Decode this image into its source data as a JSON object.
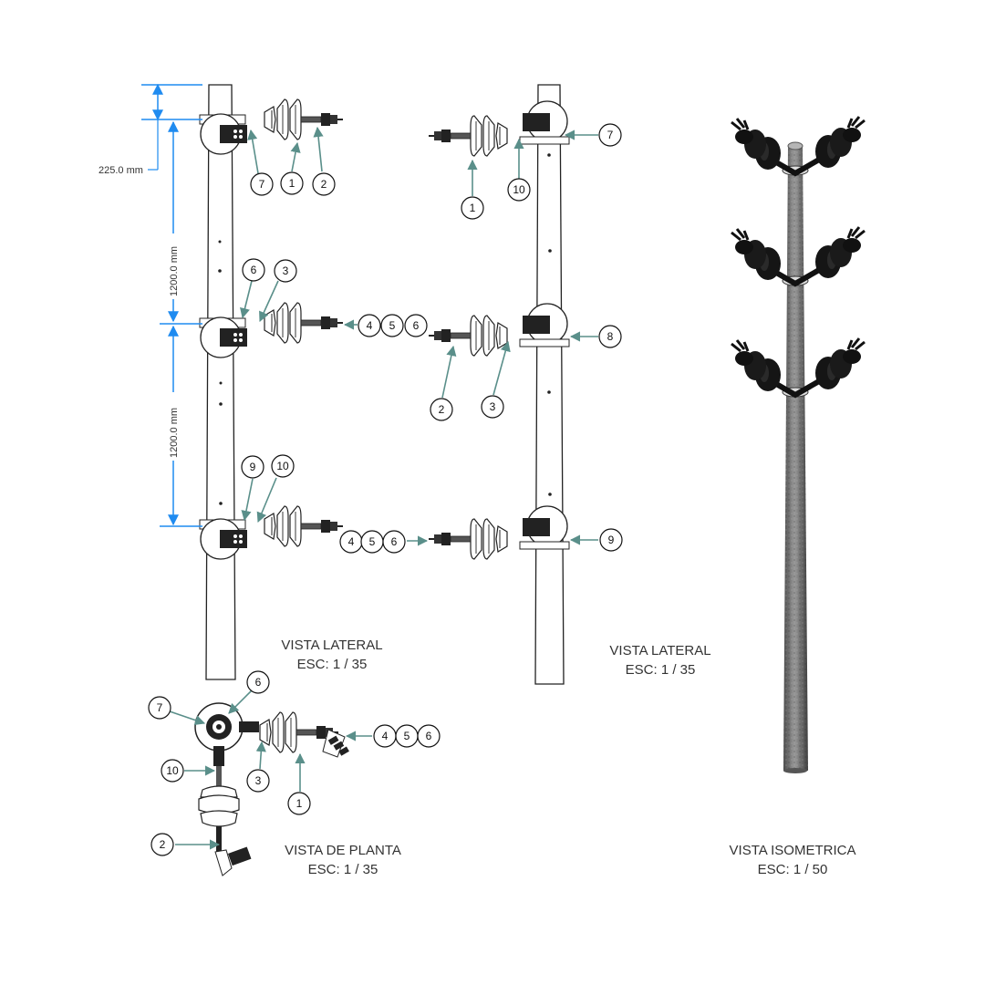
{
  "dimensions": {
    "top_offset": "225.0 mm",
    "spacing_1": "1200.0 mm",
    "spacing_2": "1200.0 mm"
  },
  "views": [
    {
      "name": "VISTA LATERAL",
      "scale": "ESC: 1 / 35"
    },
    {
      "name": "VISTA LATERAL",
      "scale": "ESC: 1 / 35"
    },
    {
      "name": "VISTA DE PLANTA",
      "scale": "ESC: 1 / 35"
    },
    {
      "name": "VISTA ISOMETRICA",
      "scale": "ESC: 1 / 50"
    }
  ],
  "balloons": {
    "l_a": [
      "7",
      "1",
      "2"
    ],
    "l_b": [
      "6",
      "3",
      "4",
      "5",
      "6"
    ],
    "l_c": [
      "9",
      "10",
      "4",
      "5",
      "6"
    ],
    "r_a": [
      "1",
      "10",
      "7"
    ],
    "r_b": [
      "2",
      "3",
      "8"
    ],
    "r_c": [
      "9"
    ],
    "p": [
      "6",
      "7",
      "10",
      "3",
      "1",
      "2",
      "4",
      "5",
      "6"
    ]
  },
  "colors": {
    "dimension": "#1f8bf0",
    "leader": "#5a8f8a",
    "line": "#222222",
    "pole_iso": "#7a7a7a"
  }
}
